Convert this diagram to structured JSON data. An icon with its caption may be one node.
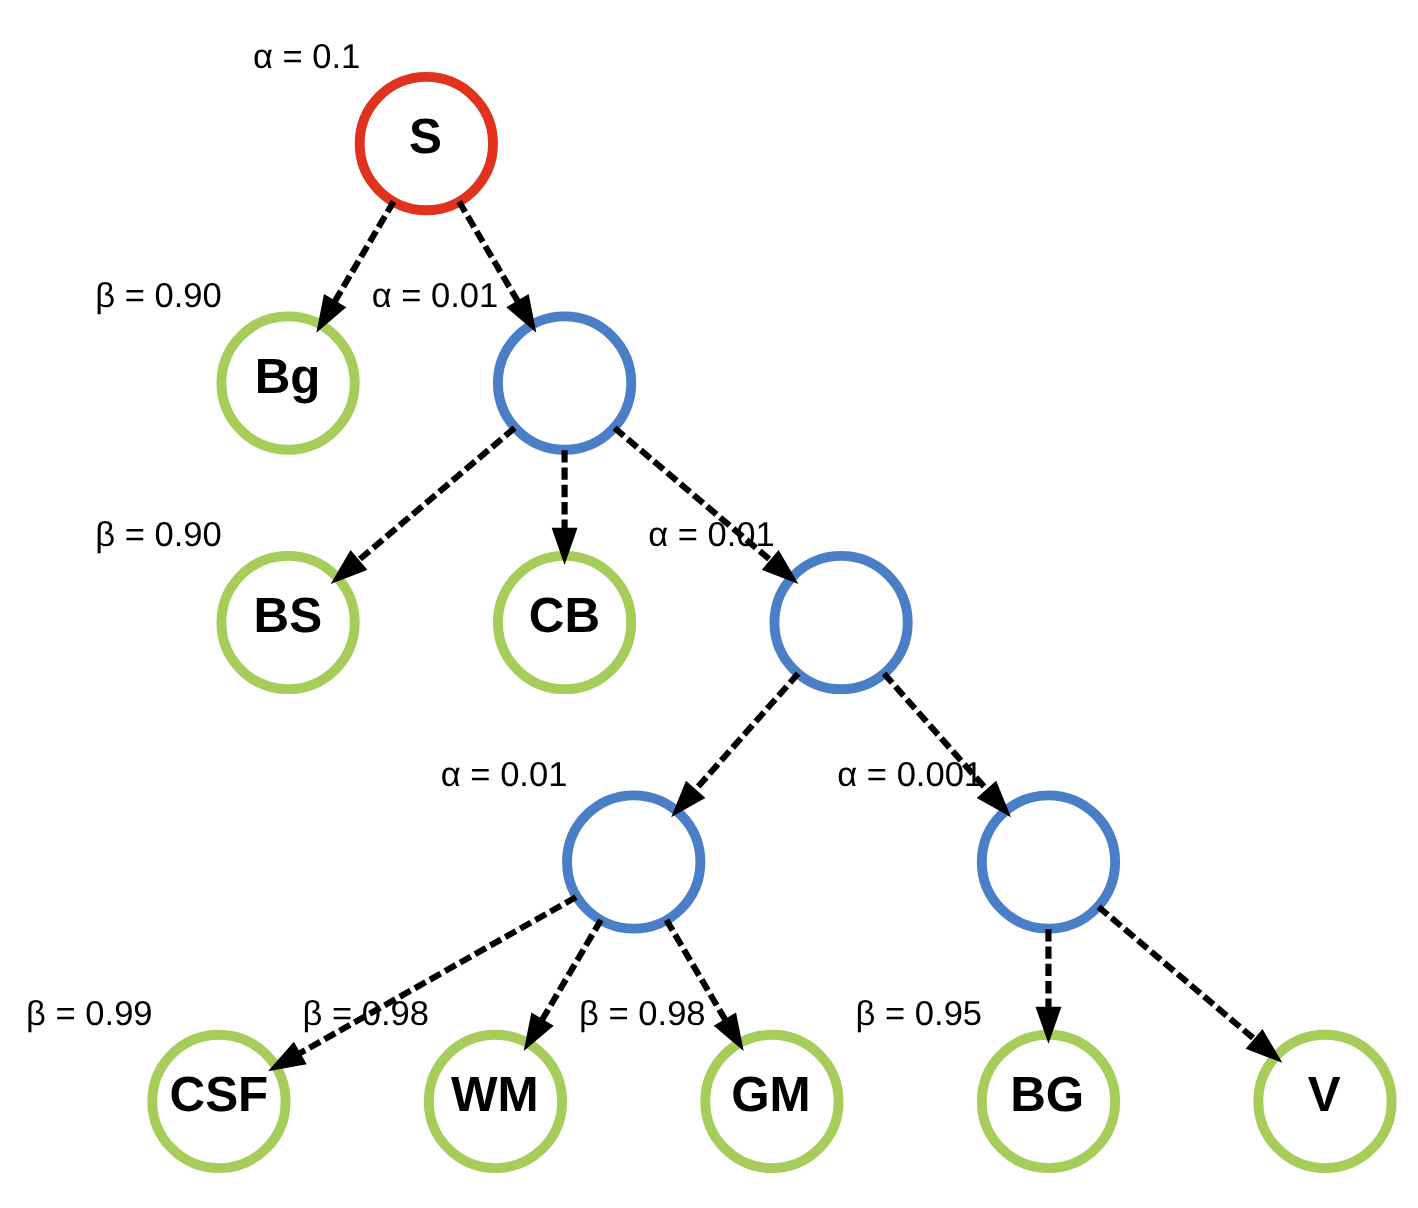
{
  "diagram": {
    "nodes": [
      {
        "text": [
          "S"
        ],
        "beside": [
          "α = 0.1"
        ]
      },
      {
        "text": [
          "Bg"
        ],
        "beside": [
          "β = 0.90"
        ]
      },
      {
        "text": [],
        "shape": "circle",
        "beside": [
          "α = 0.01"
        ]
      },
      {
        "text": [
          "BS"
        ],
        "beside": [
          "β = 0.90"
        ]
      },
      {
        "text": [
          "CB"
        ]
      },
      {
        "text": [],
        "shape": "circle",
        "beside": [
          "α = 0.01"
        ]
      },
      {
        "text": [],
        "shape": "circle",
        "beside": [
          "α = 0.01"
        ]
      },
      {
        "text": [],
        "shape": "circle",
        "beside": [
          "α = 0.001"
        ]
      },
      {
        "text": [
          "CSF"
        ],
        "beside": [
          "β = 0.99"
        ]
      },
      {
        "text": [
          "WM"
        ],
        "beside": [
          "β = 0.98"
        ]
      },
      {
        "text": [
          "GM"
        ],
        "beside": [
          "β = 0.98"
        ]
      },
      {
        "text": [
          "BG"
        ],
        "beside": [
          "β = 0.95"
        ]
      },
      {
        "text": [
          "V"
        ]
      }
    ],
    "edges": [
      {
        "from": 0,
        "to": 1,
        "arrow": "to",
        "style": "dashed"
      },
      {
        "from": 0,
        "to": 2,
        "arrow": "to",
        "style": "dashed"
      },
      {
        "from": 2,
        "to": 3,
        "arrow": "to",
        "style": "dashed"
      },
      {
        "from": 2,
        "to": 4,
        "arrow": "to",
        "style": "dashed"
      },
      {
        "from": 2,
        "to": 5,
        "arrow": "to",
        "style": "dashed"
      },
      {
        "from": 5,
        "to": 6,
        "arrow": "to",
        "style": "dashed"
      },
      {
        "from": 5,
        "to": 7,
        "arrow": "to",
        "style": "dashed"
      },
      {
        "from": 6,
        "to": 8,
        "arrow": "to",
        "style": "dashed"
      },
      {
        "from": 6,
        "to": 9,
        "arrow": "to",
        "style": "dashed"
      },
      {
        "from": 6,
        "to": 10,
        "arrow": "to",
        "style": "dashed"
      },
      {
        "from": 7,
        "to": 11,
        "arrow": "to",
        "style": "dashed"
      },
      {
        "from": 7,
        "to": 12,
        "arrow": "to",
        "style": "dashed"
      }
    ]
  }
}
